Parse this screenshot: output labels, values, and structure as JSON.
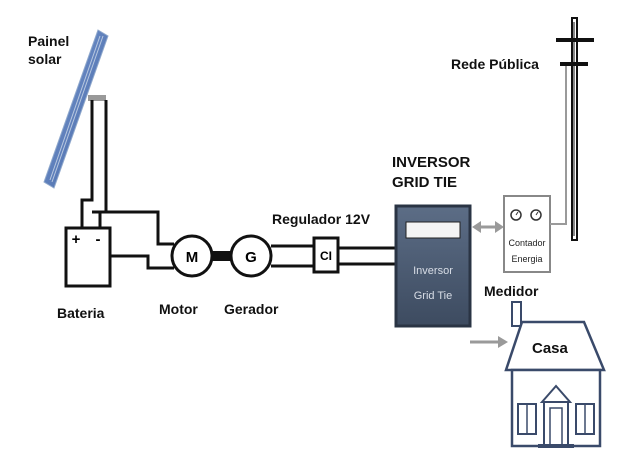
{
  "labels": {
    "solar_panel": [
      "Painel",
      "solar"
    ],
    "public_grid": "Rede Pública",
    "inverter_title": [
      "INVERSOR",
      "GRID TIE"
    ],
    "battery": "Bateria",
    "motor": "Motor",
    "generator": "Gerador",
    "regulator": "Regulador 12V",
    "meter": "Medidor",
    "house": "Casa"
  },
  "symbols": {
    "battery_plus": "+",
    "battery_minus": "-",
    "motor": "M",
    "generator": "G",
    "regulator_ic": "CI"
  },
  "inverter_panel": [
    "Inversor",
    "Grid Tie"
  ],
  "meter_panel": [
    "Contador",
    "Energia"
  ],
  "colors": {
    "wire": "#111111",
    "grid_wire": "#9a9a9a",
    "inverter_body": "#4a5a70",
    "inverter_border": "#2a3444",
    "panel_face": "#5a7fbf",
    "house_outline": "#3a4a6a"
  }
}
